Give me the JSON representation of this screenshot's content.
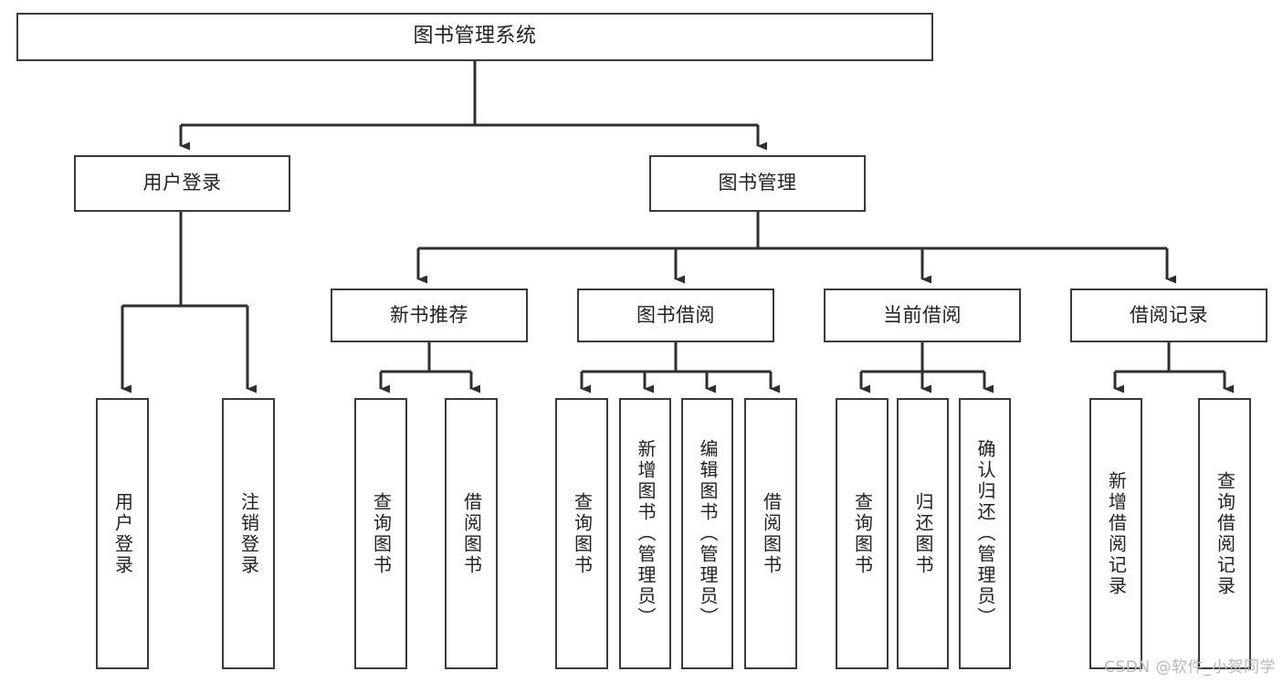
{
  "diagram": {
    "type": "tree-hierarchy",
    "title": "图书管理系统",
    "watermark": "CSDN @软件_小贺同学",
    "style": {
      "background": "#ffffff",
      "box_border": "#3a3a3a",
      "edge_color": "#2f2f2f",
      "text_color": "#222222",
      "watermark_color": "#b9b9b9"
    },
    "nodes": {
      "root": {
        "label": "图书管理系统",
        "level": 0,
        "orientation": "horizontal"
      },
      "l1": [
        {
          "id": "user-login",
          "label": "用户登录",
          "level": 1,
          "orientation": "horizontal"
        },
        {
          "id": "book-manage",
          "label": "图书管理",
          "level": 1,
          "orientation": "horizontal"
        }
      ],
      "l2": [
        {
          "id": "new-book-rec",
          "label": "新书推荐",
          "level": 2,
          "orientation": "horizontal"
        },
        {
          "id": "book-borrow",
          "label": "图书借阅",
          "level": 2,
          "orientation": "horizontal"
        },
        {
          "id": "current-borrow",
          "label": "当前借阅",
          "level": 2,
          "orientation": "horizontal"
        },
        {
          "id": "borrow-record",
          "label": "借阅记录",
          "level": 2,
          "orientation": "horizontal"
        }
      ],
      "leaves": [
        {
          "id": "leaf-user-login",
          "label": "用户登录",
          "parent": "user-login"
        },
        {
          "id": "leaf-user-logout",
          "label": "注销登录",
          "parent": "user-login"
        },
        {
          "id": "leaf-query-book-1",
          "label": "查询图书",
          "parent": "new-book-rec"
        },
        {
          "id": "leaf-borrow-book-1",
          "label": "借阅图书",
          "parent": "new-book-rec"
        },
        {
          "id": "leaf-query-book-2",
          "label": "查询图书",
          "parent": "book-borrow"
        },
        {
          "id": "leaf-add-book",
          "label": "新增图书（管理员）",
          "parent": "book-borrow"
        },
        {
          "id": "leaf-edit-book",
          "label": "编辑图书（管理员）",
          "parent": "book-borrow"
        },
        {
          "id": "leaf-borrow-book-2",
          "label": "借阅图书",
          "parent": "book-borrow"
        },
        {
          "id": "leaf-query-book-3",
          "label": "查询图书",
          "parent": "current-borrow"
        },
        {
          "id": "leaf-return-book",
          "label": "归还图书",
          "parent": "current-borrow"
        },
        {
          "id": "leaf-confirm-return",
          "label": "确认归还（管理员）",
          "parent": "current-borrow"
        },
        {
          "id": "leaf-add-record",
          "label": "新增借阅记录",
          "parent": "borrow-record"
        },
        {
          "id": "leaf-query-record",
          "label": "查询借阅记录",
          "parent": "borrow-record"
        }
      ]
    }
  }
}
